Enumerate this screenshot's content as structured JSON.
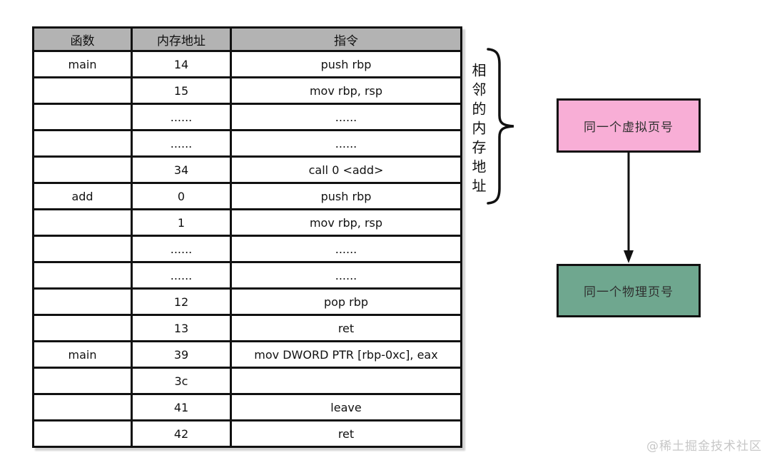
{
  "table": {
    "headers": [
      "函数",
      "内存地址",
      "指令"
    ],
    "rows": [
      [
        "main",
        "14",
        "push rbp"
      ],
      [
        "",
        "15",
        "mov rbp, rsp"
      ],
      [
        "",
        "......",
        "......"
      ],
      [
        "",
        "......",
        "......"
      ],
      [
        "",
        "34",
        "call 0 <add>"
      ],
      [
        "add",
        "0",
        "push rbp"
      ],
      [
        "",
        "1",
        "mov rbp, rsp"
      ],
      [
        "",
        "......",
        "......"
      ],
      [
        "",
        "......",
        "......"
      ],
      [
        "",
        "12",
        "pop rbp"
      ],
      [
        "",
        "13",
        "ret"
      ],
      [
        "main",
        "39",
        "mov DWORD PTR [rbp-0xc], eax"
      ],
      [
        "",
        "3c",
        ""
      ],
      [
        "",
        "41",
        "leave"
      ],
      [
        "",
        "42",
        "ret"
      ]
    ]
  },
  "annotation": {
    "brace_label": "相邻的内存地址"
  },
  "diagram": {
    "virtual_box": {
      "label": "同一个虚拟页号",
      "color": "#f8aed6"
    },
    "physical_box": {
      "label": "同一个物理页号",
      "color": "#6fa78f"
    }
  },
  "watermark": "@稀土掘金技术社区",
  "colors": {
    "header_bg": "#b3b3b3",
    "border": "#111111"
  }
}
